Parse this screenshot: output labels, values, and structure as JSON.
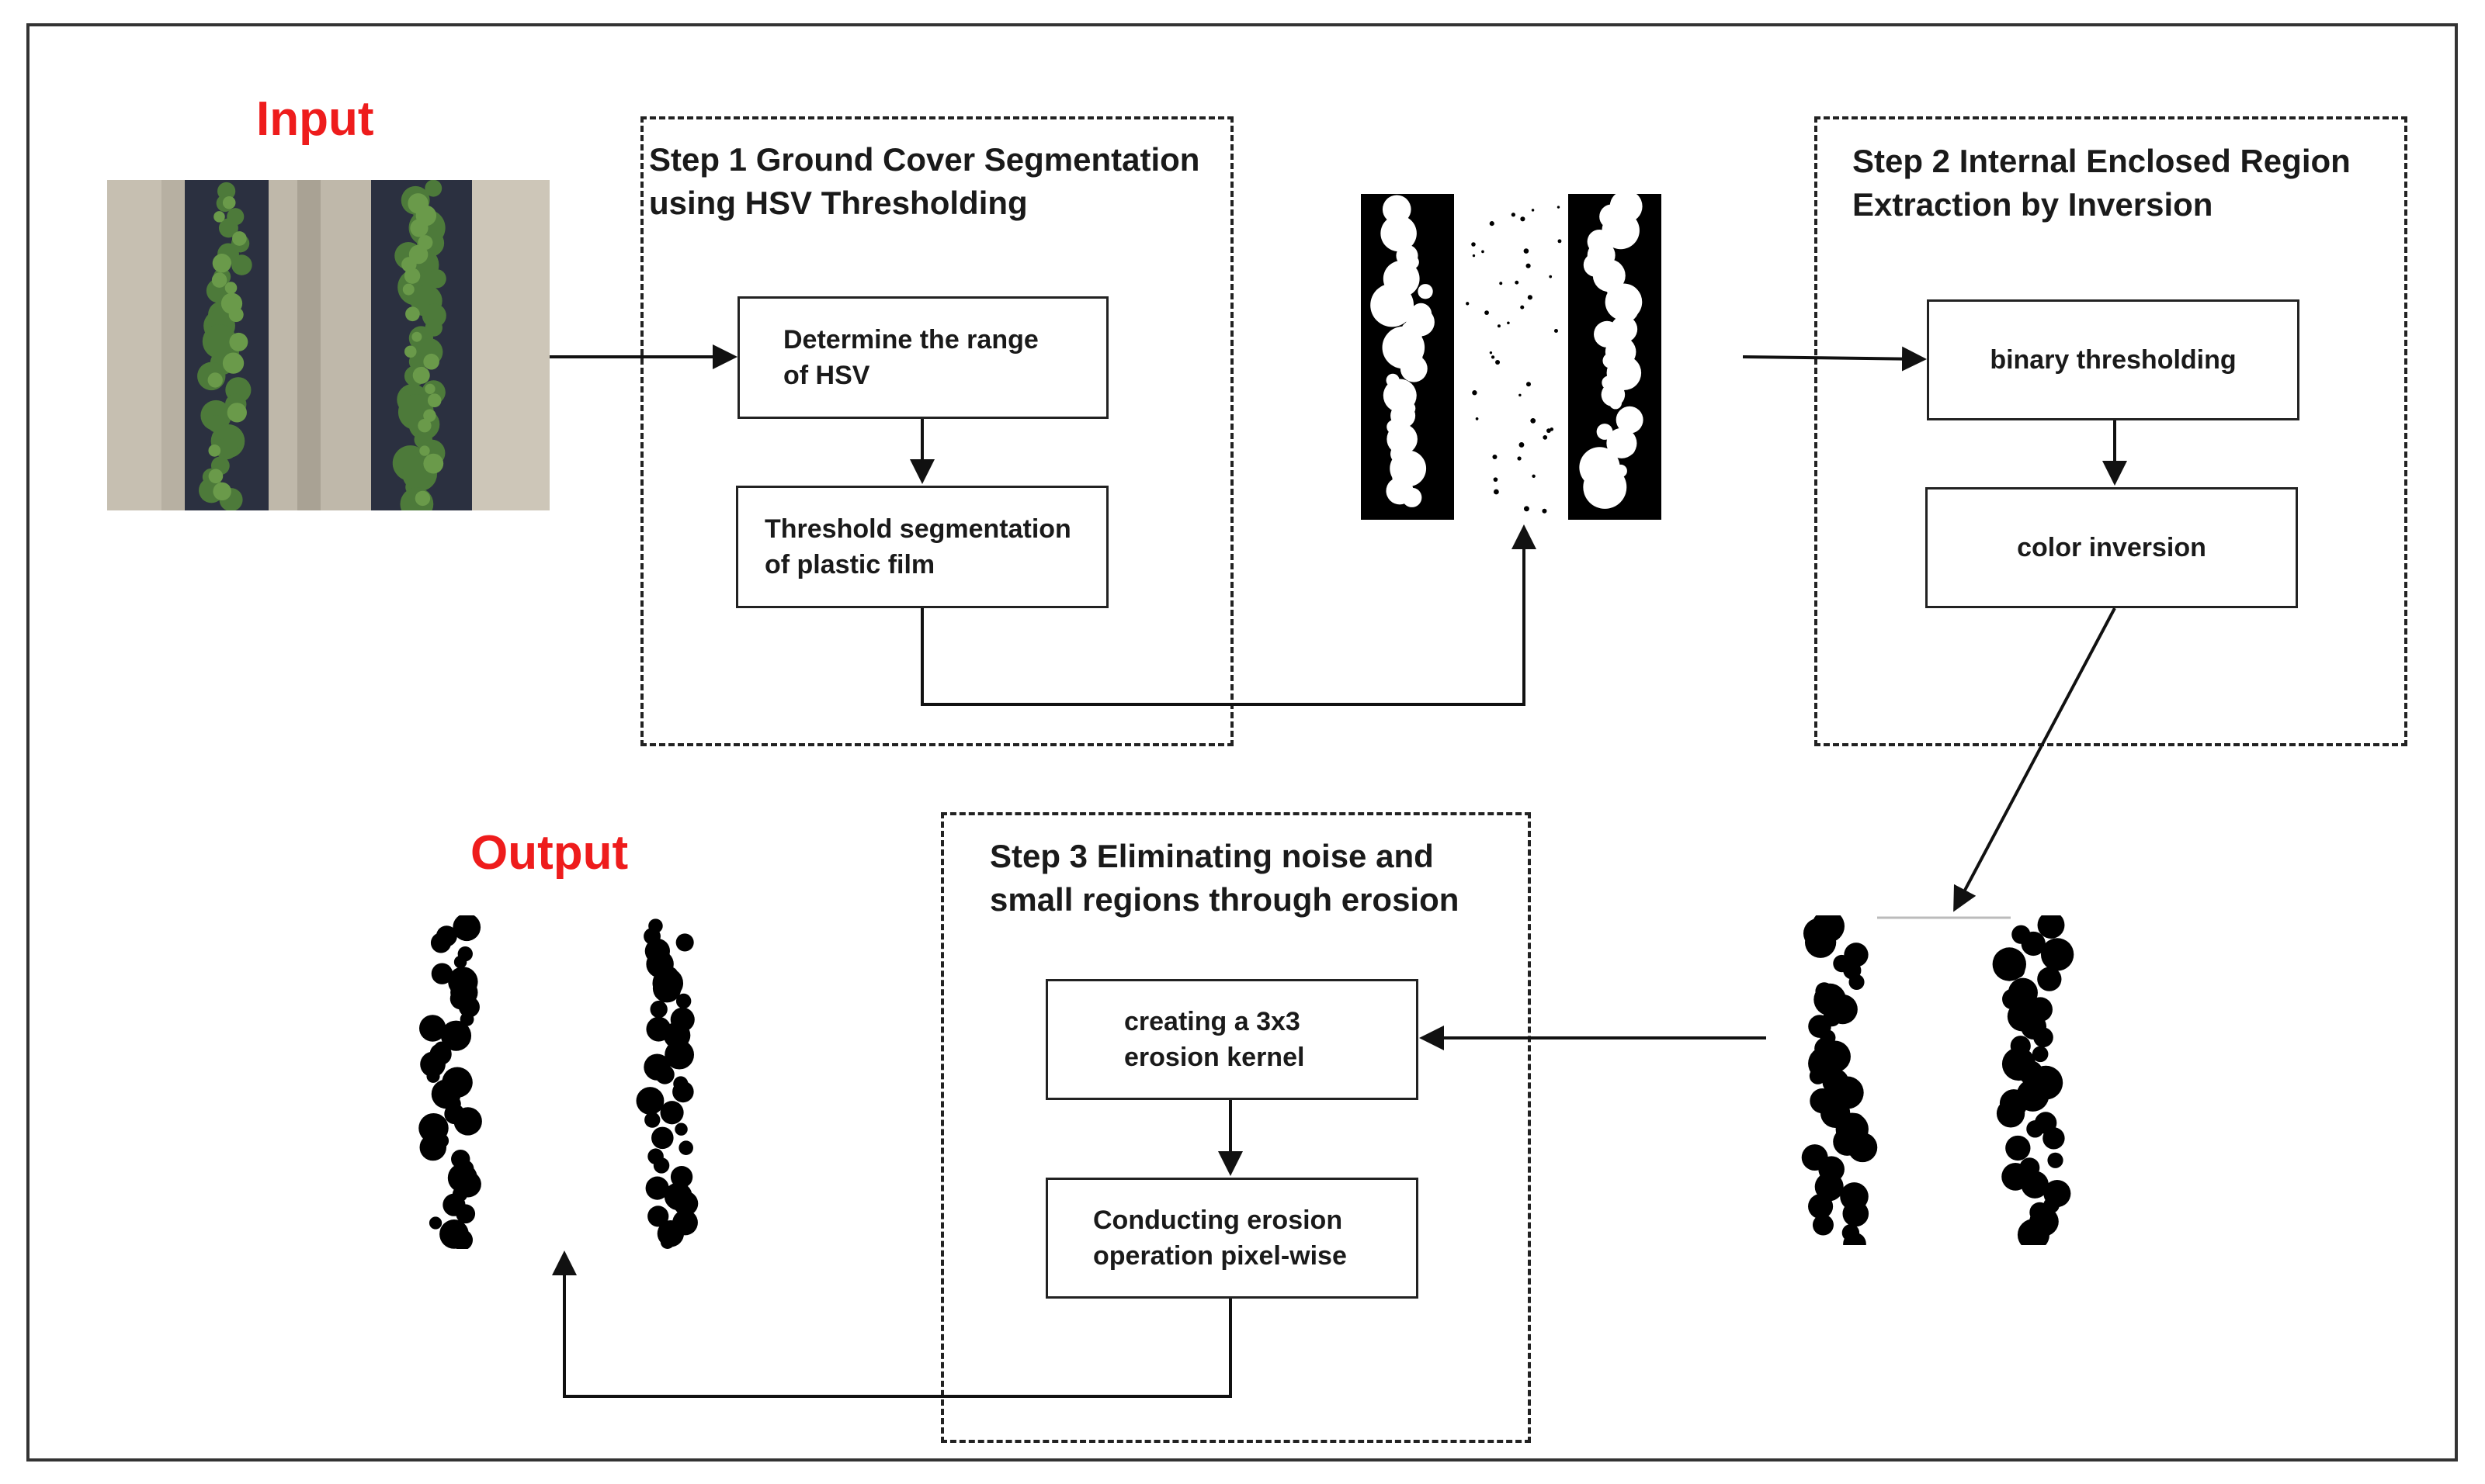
{
  "labels": {
    "input": "Input",
    "output": "Output"
  },
  "step1": {
    "title_line1": "Step 1 Ground Cover Segmentation",
    "title_line2": "using HSV Thresholding",
    "box1_line1": "Determine the range",
    "box1_line2": "of HSV",
    "box2_line1": "Threshold segmentation",
    "box2_line2": "of plastic film"
  },
  "step2": {
    "title_line1": "Step 2 Internal Enclosed Region",
    "title_line2": "Extraction by Inversion",
    "box1": "binary thresholding",
    "box2": "color inversion"
  },
  "step3": {
    "title_line1": "Step 3 Eliminating noise and",
    "title_line2": "small regions through erosion",
    "box1_line1": "creating a 3x3",
    "box1_line2": "erosion kernel",
    "box2_line1": "Conducting erosion",
    "box2_line2": "operation pixel-wise"
  },
  "colors": {
    "accent_label": "#ee1c1c",
    "soil": "#c9c2b4",
    "plastic_film": "#2b3040",
    "plant_green": "#4d7a3a",
    "mask_black": "#000000"
  },
  "images": [
    "aerial-field-photo",
    "hsv-segmentation-mask",
    "inverted-region-mask",
    "eroded-output-mask"
  ]
}
